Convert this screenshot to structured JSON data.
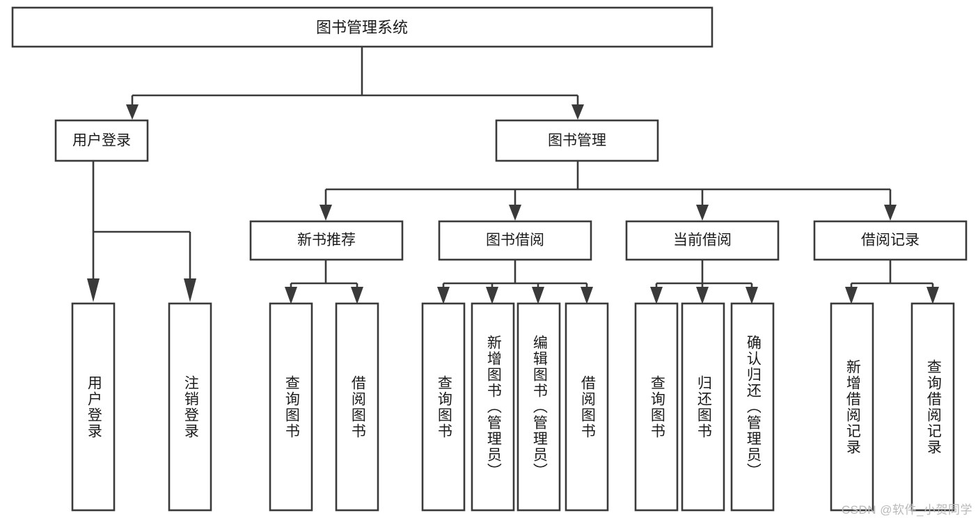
{
  "diagram": {
    "title": "图书管理系统",
    "watermark": "CSDN @软件_小贺同学",
    "colors": {
      "stroke": "#3a3a3a",
      "fill": "#ffffff",
      "text": "#1b1b1b",
      "watermark": "#b9b9b9",
      "background": "#ffffff"
    },
    "root": {
      "label": "图书管理系统"
    },
    "level2": [
      {
        "label": "用户登录"
      },
      {
        "label": "图书管理"
      }
    ],
    "level3": [
      {
        "label": "新书推荐"
      },
      {
        "label": "图书借阅"
      },
      {
        "label": "当前借阅"
      },
      {
        "label": "借阅记录"
      }
    ],
    "leaves": {
      "user_login": [
        {
          "label": "用户登录"
        },
        {
          "label": "注销登录"
        }
      ],
      "new_book_recommend": [
        {
          "label": "查询图书"
        },
        {
          "label": "借阅图书"
        }
      ],
      "book_borrow": [
        {
          "label": "查询图书"
        },
        {
          "label": "新增图书（管理员）"
        },
        {
          "label": "编辑图书（管理员）"
        },
        {
          "label": "借阅图书"
        }
      ],
      "current_borrow": [
        {
          "label": "查询图书"
        },
        {
          "label": "归还图书"
        },
        {
          "label": "确认归还（管理员）"
        }
      ],
      "borrow_record": [
        {
          "label": "新增借阅记录"
        },
        {
          "label": "查询借阅记录"
        }
      ]
    }
  }
}
